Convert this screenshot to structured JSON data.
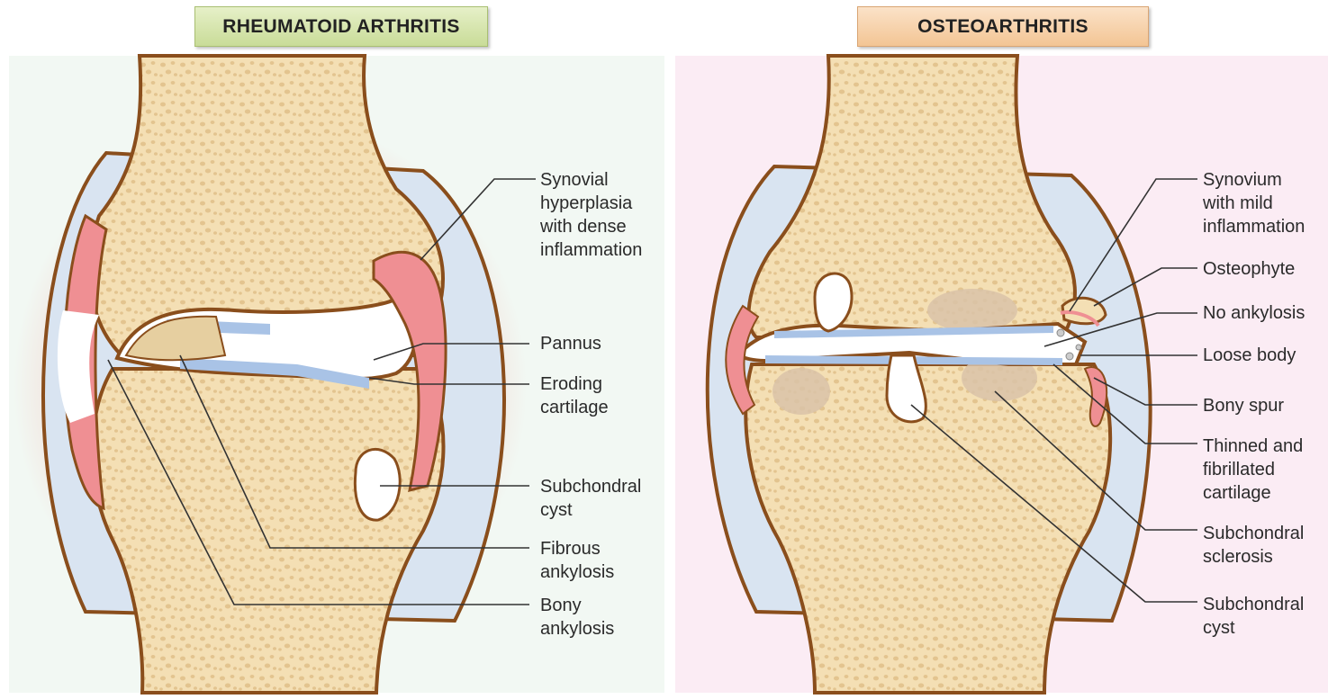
{
  "panels": {
    "rheumatoid": {
      "title": "RHEUMATOID ARTHRITIS",
      "labels": {
        "synovial_hyperplasia": "Synovial\nhyperplasia\nwith dense\ninflammation",
        "pannus": "Pannus",
        "eroding_cartilage": "Eroding\ncartilage",
        "subchondral_cyst": "Subchondral\ncyst",
        "fibrous_ankylosis": "Fibrous\nankylosis",
        "bony_ankylosis": "Bony\nankylosis"
      }
    },
    "osteo": {
      "title": "OSTEOARTHRITIS",
      "labels": {
        "synovium": "Synovium\nwith mild\ninflammation",
        "osteophyte": "Osteophyte",
        "no_ankylosis": "No ankylosis",
        "loose_body": "Loose body",
        "bony_spur": "Bony spur",
        "thinned_cartilage": "Thinned and\nfibrillated\ncartilage",
        "subchondral_sclerosis": "Subchondral\nsclerosis",
        "subchondral_cyst": "Subchondral\ncyst"
      }
    }
  },
  "colors": {
    "ra_background": "#f2f8f3",
    "oa_background": "#fbecf4",
    "bone": "#f4dfb4",
    "bone_outline": "#8a4e1c",
    "cartilage": "#a9c3e6",
    "synovium_inflamed": "#ef8f93",
    "capsule": "#d9e4f1"
  }
}
